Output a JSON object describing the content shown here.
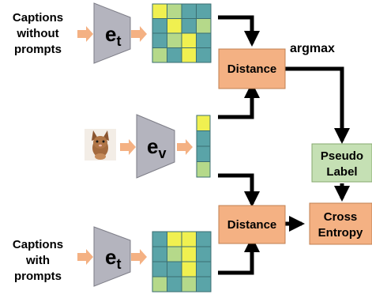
{
  "labels": {
    "top_caption": [
      "Captions",
      "without",
      "prompts"
    ],
    "bottom_caption": [
      "Captions",
      "with",
      "prompts"
    ],
    "argmax": "argmax",
    "distance_top": "Distance",
    "distance_bottom": "Distance",
    "pseudo_label": [
      "Pseudo",
      "Label"
    ],
    "cross_entropy": [
      "Cross",
      "Entropy"
    ]
  },
  "encoders": {
    "text_top": {
      "base": "e",
      "sub": "t"
    },
    "visual": {
      "base": "e",
      "sub": "v"
    },
    "text_bottom": {
      "base": "e",
      "sub": "t"
    }
  },
  "image": {
    "alt": "kitten photo"
  },
  "matrices": {
    "top_text_embeddings": [
      [
        "Y",
        "G",
        "B",
        "B"
      ],
      [
        "B",
        "Y",
        "B",
        "G"
      ],
      [
        "B",
        "G",
        "Y",
        "B"
      ],
      [
        "G",
        "B",
        "Y",
        "B"
      ]
    ],
    "image_embedding": [
      [
        "Y"
      ],
      [
        "B"
      ],
      [
        "B"
      ],
      [
        "G"
      ]
    ],
    "bottom_text_embeddings": [
      [
        "B",
        "Y",
        "Y",
        "B"
      ],
      [
        "B",
        "G",
        "Y",
        "B"
      ],
      [
        "B",
        "B",
        "Y",
        "B"
      ],
      [
        "G",
        "B",
        "G",
        "B"
      ]
    ]
  },
  "colors": {
    "Y": "#f0f050",
    "G": "#b5d98a",
    "B": "#5aa4a8",
    "encoder_fill": "#b4b4be",
    "orange_box": "#f4b183",
    "green_box": "#c5e0b4",
    "small_arrow": "#f4b183"
  }
}
